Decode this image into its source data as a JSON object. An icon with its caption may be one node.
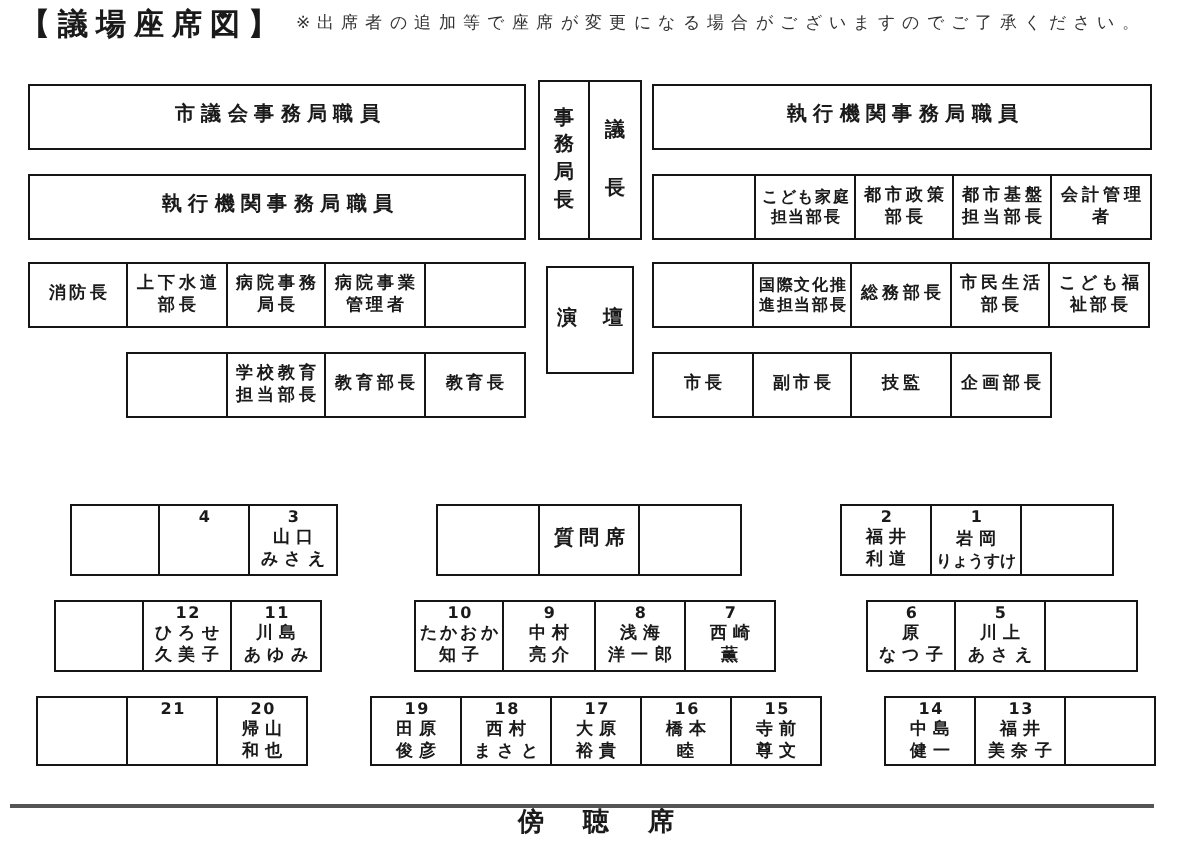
{
  "diagram": {
    "title": "【議場座席図】",
    "nodes": [
      {
        "text": [
          "市議会事務局職員"
        ]
      },
      {
        "text": [
          "事務局長"
        ]
      },
      {
        "text": [
          "議長"
        ]
      },
      {
        "text": [
          "執行機関事務局職員"
        ]
      },
      {
        "text": [
          "執行機関事務局職員"
        ]
      },
      {
        "text": [],
        "shape": "box"
      },
      {
        "text": [
          "こども家庭担当部長"
        ]
      },
      {
        "text": [
          "都市政策部長"
        ]
      },
      {
        "text": [
          "都市基盤担当部長"
        ]
      },
      {
        "text": [
          "会計管理者"
        ]
      },
      {
        "text": [
          "消防長"
        ]
      },
      {
        "text": [
          "上下水道部長"
        ]
      },
      {
        "text": [
          "病院事務局長"
        ]
      },
      {
        "text": [
          "病院事業管理者"
        ]
      },
      {
        "text": [],
        "shape": "box"
      },
      {
        "text": [
          "演壇"
        ]
      },
      {
        "text": [],
        "shape": "box"
      },
      {
        "text": [
          "国際文化推進担当部長"
        ]
      },
      {
        "text": [
          "総務部長"
        ]
      },
      {
        "text": [
          "市民生活部長"
        ]
      },
      {
        "text": [
          "こども福祉部長"
        ]
      },
      {
        "text": [],
        "shape": "box"
      },
      {
        "text": [
          "学校教育担当部長"
        ]
      },
      {
        "text": [
          "教育部長"
        ]
      },
      {
        "text": [
          "教育長"
        ]
      },
      {
        "text": [
          "市長"
        ]
      },
      {
        "text": [
          "副市長"
        ]
      },
      {
        "text": [
          "技監"
        ]
      },
      {
        "text": [
          "企画部長"
        ]
      },
      {
        "text": [],
        "shape": "box"
      },
      {
        "text": [
          "4"
        ]
      },
      {
        "text": [
          "3",
          "山口",
          "みさえ"
        ]
      },
      {
        "text": [],
        "shape": "box"
      },
      {
        "text": [
          "質問席"
        ]
      },
      {
        "text": [],
        "shape": "box"
      },
      {
        "text": [
          "2",
          "福井",
          "利道"
        ]
      },
      {
        "text": [
          "1",
          "岩岡",
          "りょうすけ"
        ]
      },
      {
        "text": [],
        "shape": "box"
      },
      {
        "text": [],
        "shape": "box"
      },
      {
        "text": [
          "12",
          "ひろせ",
          "久美子"
        ]
      },
      {
        "text": [
          "11",
          "川島",
          "あゆみ"
        ]
      },
      {
        "text": [
          "10",
          "たかおか",
          "知子"
        ]
      },
      {
        "text": [
          "9",
          "中村",
          "亮介"
        ]
      },
      {
        "text": [
          "8",
          "浅海",
          "洋一郎"
        ]
      },
      {
        "text": [
          "7",
          "西崎",
          "薫"
        ]
      },
      {
        "text": [
          "6",
          "原",
          "なつ子"
        ]
      },
      {
        "text": [
          "5",
          "川上",
          "あさえ"
        ]
      },
      {
        "text": [],
        "shape": "box"
      },
      {
        "text": [],
        "shape": "box"
      },
      {
        "text": [
          "21"
        ]
      },
      {
        "text": [
          "20",
          "帰山",
          "和也"
        ]
      },
      {
        "text": [
          "19",
          "田原",
          "俊彦"
        ]
      },
      {
        "text": [
          "18",
          "西村",
          "まさと"
        ]
      },
      {
        "text": [
          "17",
          "大原",
          "裕貴"
        ]
      },
      {
        "text": [
          "16",
          "橋本",
          "睦"
        ]
      },
      {
        "text": [
          "15",
          "寺前",
          "尊文"
        ]
      },
      {
        "text": [
          "14",
          "中島",
          "健一"
        ]
      },
      {
        "text": [
          "13",
          "福井",
          "美奈子"
        ]
      },
      {
        "text": [],
        "shape": "box"
      }
    ],
    "labels": [
      "※出席者の追加等で座席が変更になる場合がございますのでご了承ください。",
      "傍聴席"
    ]
  }
}
